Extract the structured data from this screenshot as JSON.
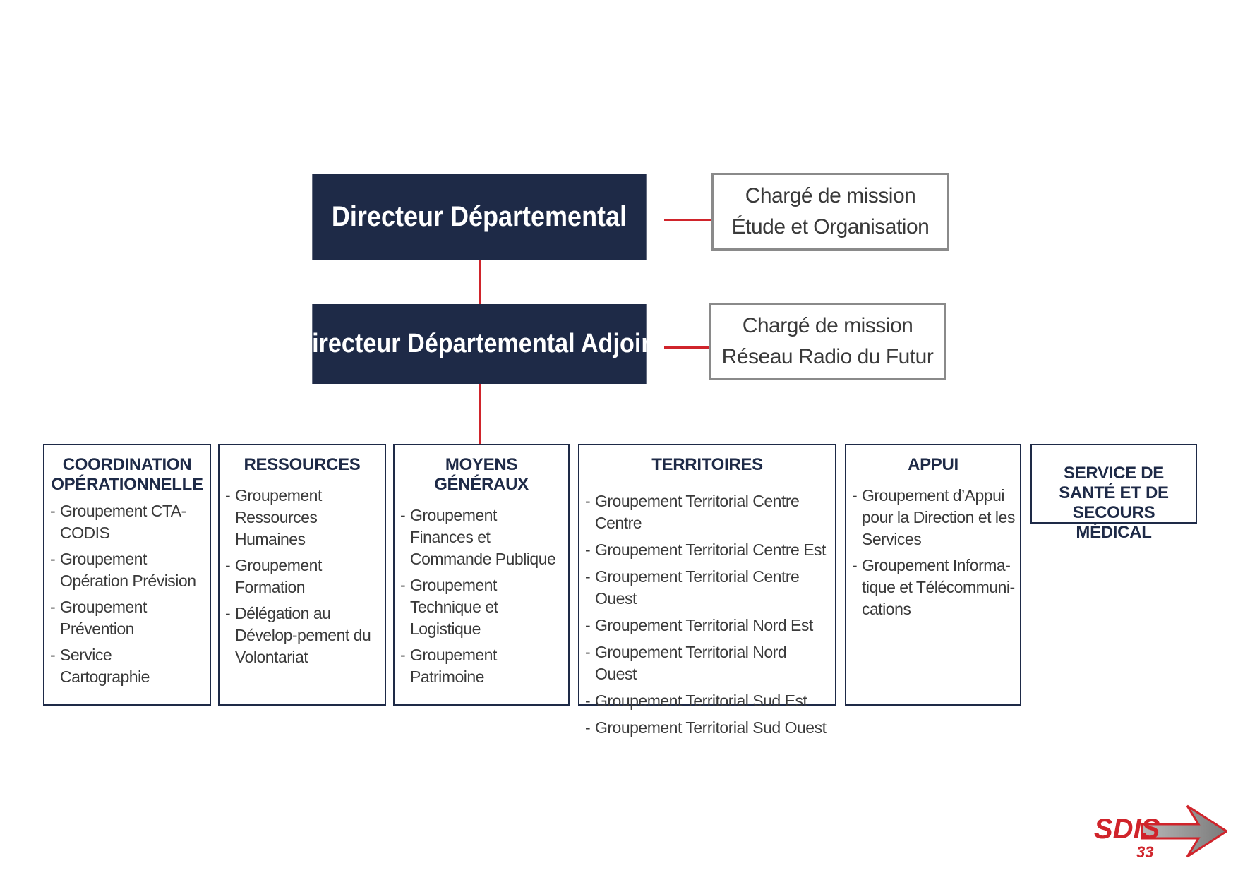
{
  "director": {
    "title": "Directeur Départemental"
  },
  "deputy_director": {
    "title": "Directeur Départemental Adjoint"
  },
  "missions": [
    {
      "line1": "Chargé de mission",
      "line2": "Étude et Organisation"
    },
    {
      "line1": "Chargé de mission",
      "line2": "Réseau Radio du Futur"
    }
  ],
  "departments": [
    {
      "title": "COORDINATION OPÉRATIONNELLE",
      "items": [
        "Groupement CTA-CODIS",
        "Groupement Opération Prévision",
        "Groupement Prévention",
        "Service Cartographie"
      ]
    },
    {
      "title": "RESSOURCES",
      "items": [
        "Groupement Ressources Humaines",
        "Groupement Formation",
        "Délégation au Dévelop-pement du Volontariat"
      ]
    },
    {
      "title": "MOYENS GÉNÉRAUX",
      "items": [
        "Groupement Finances et Commande Publique",
        "Groupement Technique et Logistique",
        "Groupement Patrimoine"
      ]
    },
    {
      "title": "TERRITOIRES",
      "items": [
        "Groupement Territorial Centre Centre",
        "Groupement Territorial Centre Est",
        "Groupement Territorial Centre Ouest",
        "Groupement Territorial Nord Est",
        "Groupement Territorial Nord Ouest",
        "Groupement Territorial Sud Est",
        "Groupement Territorial Sud Ouest"
      ]
    },
    {
      "title": "APPUI",
      "items": [
        "Groupement d’Appui pour la Direction et les Services",
        "Groupement Informa-tique et Télécommuni-cations"
      ]
    },
    {
      "title": "SERVICE DE SANTÉ ET DE SECOURS MÉDICAL",
      "items": []
    }
  ],
  "logo": {
    "text": "SDIS",
    "number": "33"
  },
  "colors": {
    "navy": "#1e2a47",
    "red": "#d0242b",
    "grey_border": "#8a8a8a",
    "text": "#3a3a3a"
  }
}
